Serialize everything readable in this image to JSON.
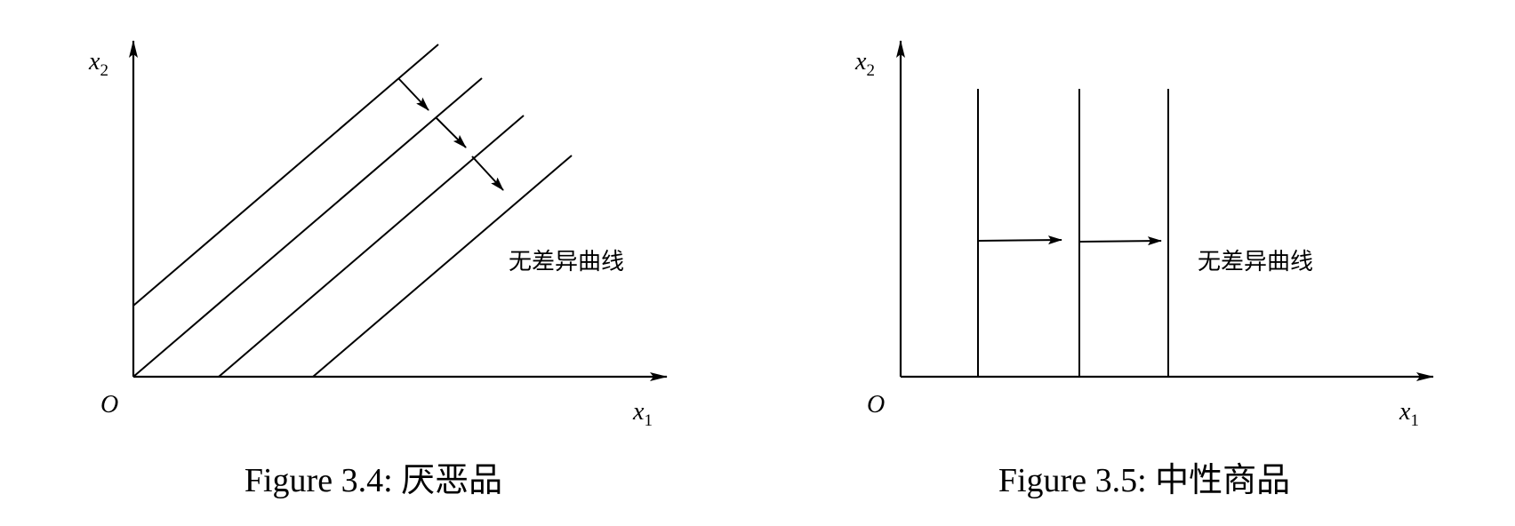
{
  "figures": [
    {
      "caption": "Figure 3.4: 厌恶品",
      "curve_label": "无差异曲线",
      "axes": {
        "origin_label": "O",
        "x_label_base": "x",
        "x_label_sub": "1",
        "y_label_base": "x",
        "y_label_sub": "2"
      },
      "indifference_curves": {
        "count": 4,
        "shape": "parallel upward-sloping lines"
      },
      "shift_arrows": {
        "count": 3,
        "direction": "down-right"
      }
    },
    {
      "caption": "Figure 3.5: 中性商品",
      "curve_label": "无差异曲线",
      "axes": {
        "origin_label": "O",
        "x_label_base": "x",
        "x_label_sub": "1",
        "y_label_base": "x",
        "y_label_sub": "2"
      },
      "indifference_curves": {
        "count": 3,
        "shape": "parallel vertical lines"
      },
      "shift_arrows": {
        "count": 2,
        "direction": "right"
      }
    }
  ],
  "colors": {
    "ink": "#000000",
    "background": "#ffffff"
  }
}
